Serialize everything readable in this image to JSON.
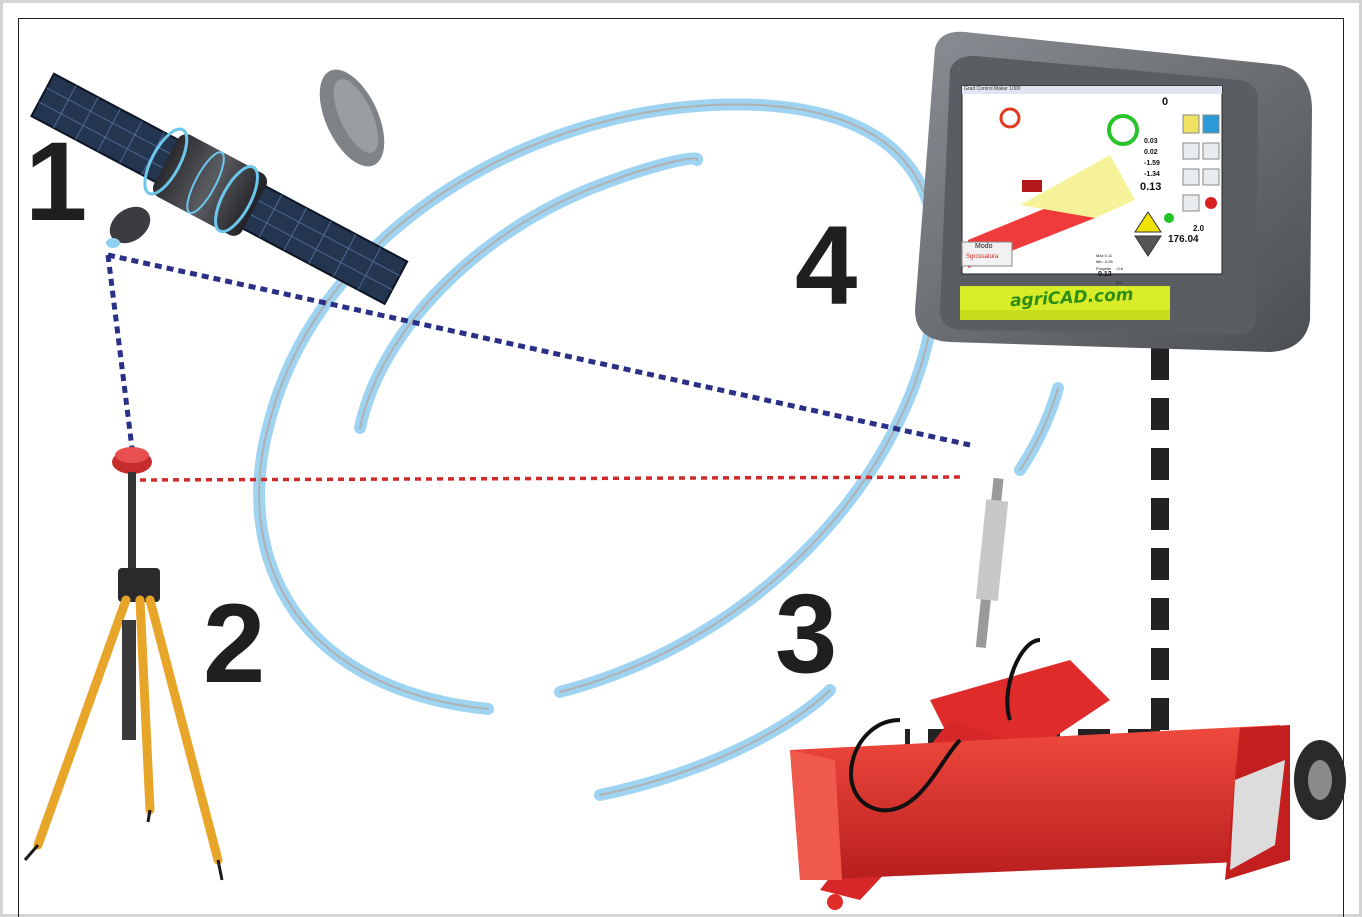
{
  "steps": [
    {
      "number": "1",
      "icon": "satellite-icon"
    },
    {
      "number": "2",
      "icon": "gnss-base-station-icon"
    },
    {
      "number": "3",
      "icon": "land-leveler-icon"
    },
    {
      "number": "4",
      "icon": "control-monitor-icon"
    }
  ],
  "monitor": {
    "brand": "agriCAD.com",
    "window_title": "Grad Control Maker 1000",
    "mode_label": "Modo",
    "mode_value": "Sgrossatura",
    "readouts": [
      "0",
      "0.03",
      "0.02",
      "-1.59",
      "-1.34",
      "0.13",
      "2.0",
      "176.04",
      "0.13"
    ],
    "small_labels": [
      "Max 0.11",
      "Min -0.06",
      "Progetto",
      "-0.8",
      "0.0"
    ]
  },
  "colors": {
    "radio_wave": "#9ed4f2",
    "satellite_link": "#2b2f86",
    "base_link": "#cf2b2b",
    "cable": "#222222",
    "tripod_leg": "#e7a52a",
    "leveler_red": "#e02b2b",
    "monitor_body": "#6b6f73",
    "monitor_strip": "#d8ec28"
  }
}
